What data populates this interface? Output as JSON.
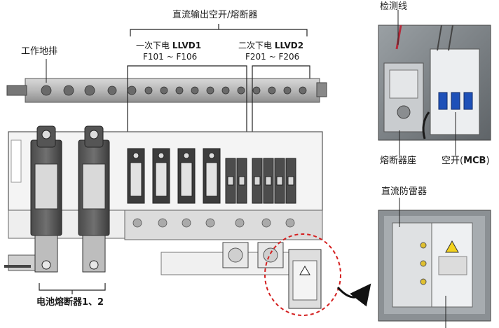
{
  "labels": {
    "dc_output": "直流输出空开/熔断器",
    "work_ground": "工作地排",
    "llvd1_title_prefix": "一次下电 ",
    "llvd1_title_bold": "LLVD1",
    "llvd1_range": "F101 ~ F106",
    "llvd2_title_prefix": "二次下电 ",
    "llvd2_title_bold": "LLVD2",
    "llvd2_range": "F201 ~ F206",
    "battery_fuse": "电池熔断器1、2",
    "detect_line": "检测线",
    "fuse_base": "熔断器座",
    "mcb_prefix": "空开(",
    "mcb_bold": "MCB",
    "mcb_suffix": ")",
    "spd": "直流防雷器"
  }
}
